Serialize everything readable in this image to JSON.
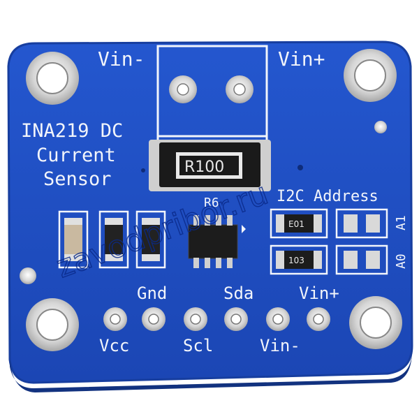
{
  "board": {
    "title_lines": [
      "INA219 DC",
      "Current",
      "Sensor"
    ],
    "top_labels": {
      "vin_minus": "Vin-",
      "vin_plus": "Vin+"
    },
    "resistor_marking": "R100",
    "r6_label": "R6",
    "i2c_address_label": "I2C Address",
    "jumper_labels": [
      "A1",
      "A0"
    ],
    "smd_markings": [
      "E01",
      "103"
    ],
    "pin_labels_top": [
      "Gnd",
      "Sda",
      "Vin+"
    ],
    "pin_labels_bottom": [
      "Vcc",
      "Scl",
      "Vin-"
    ],
    "watermark": "zavodpribor.ru",
    "colors": {
      "pcb_blue": "#1f4fc4",
      "pcb_edge": "#163c9c",
      "silkscreen": "#f2f5fb",
      "pad_silver": "#d9d9d9"
    }
  }
}
